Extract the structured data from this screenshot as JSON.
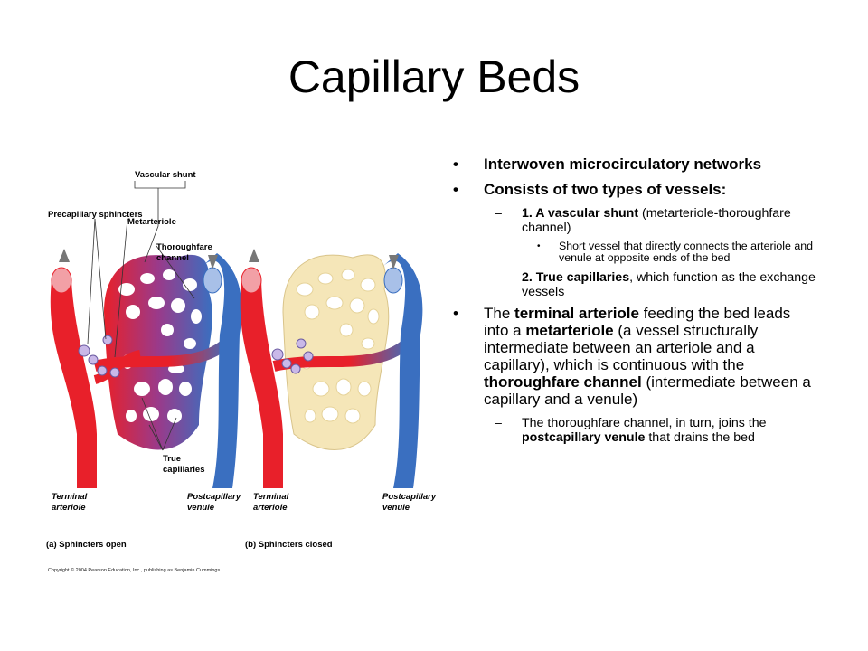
{
  "slide": {
    "title": "Capillary Beds"
  },
  "figure": {
    "labels": {
      "vascular_shunt": "Vascular shunt",
      "precapillary_sphincters": "Precapillary sphincters",
      "metarteriole": "Metarteriole",
      "thoroughfare_line1": "Thoroughfare",
      "thoroughfare_line2": "channel",
      "true_cap_line1": "True",
      "true_cap_line2": "capillaries",
      "terminal_a_line1": "Terminal",
      "terminal_a_line2": "arteriole",
      "postcap_a_line1": "Postcapillary",
      "postcap_a_line2": "venule",
      "terminal_b_line1": "Terminal",
      "terminal_b_line2": "arteriole",
      "postcap_b_line1": "Postcapillary",
      "postcap_b_line2": "venule",
      "caption_a": "(a) Sphincters open",
      "caption_b": "(b) Sphincters closed",
      "copyright": "Copyright © 2004 Pearson Education, Inc., publishing as Benjamin Cummings."
    },
    "colors": {
      "artery": "#e8202a",
      "vein": "#3a6fc0",
      "closed_bed": "#f5e6b8",
      "sphincter": "#c9b8e8"
    }
  },
  "content": {
    "b1": "Interwoven microcirculatory networks",
    "b2": "Consists of two types of vessels:",
    "b2a_bold": "1. A vascular shunt",
    "b2a_rest": " (metarteriole-thoroughfare channel)",
    "b2a_sub": "Short vessel that directly connects the arteriole and venule at opposite ends of the bed",
    "b2b_bold": "2. True capillaries",
    "b2b_rest": ", which function as the exchange vessels",
    "b3_t1": "The ",
    "b3_b1": "terminal arteriole",
    "b3_t2": " feeding the bed leads into a ",
    "b3_b2": "metarteriole",
    "b3_t3": " (a vessel structurally intermediate between an arteriole and a capillary), which is continuous with the ",
    "b3_b3": "thoroughfare channel",
    "b3_t4": " (intermediate between a capillary and a venule)",
    "b3a_t1": "The thoroughfare channel, in turn, joins the ",
    "b3a_b1": "postcapillary venule",
    "b3a_t2": " that drains the bed"
  }
}
